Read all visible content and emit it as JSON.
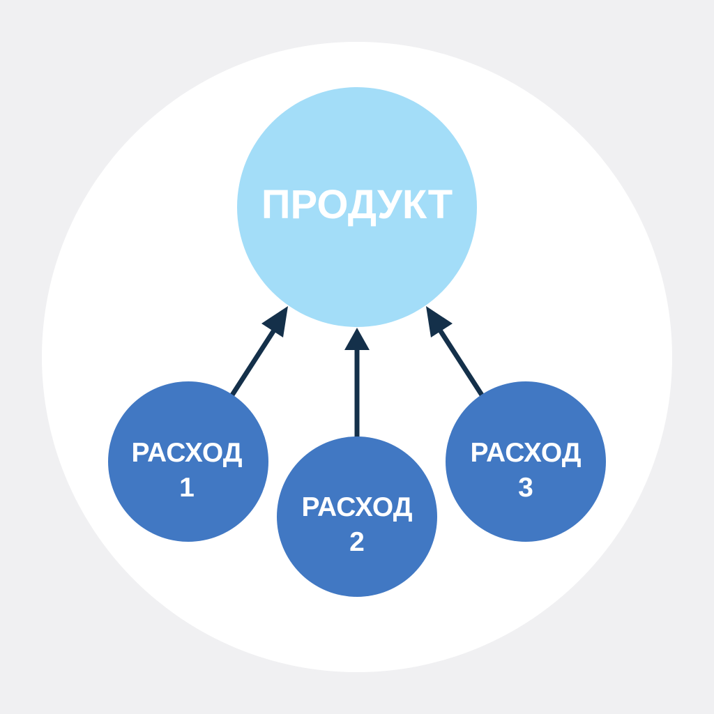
{
  "diagram": {
    "colors": {
      "page_background": "#f0f0f2",
      "backdrop_circle": "#ffffff",
      "product_node": "#a3ddf8",
      "cost_node": "#4178c3",
      "arrow": "#14304a",
      "node_text": "#ffffff"
    },
    "product": {
      "label": "ПРОДУКТ"
    },
    "costs": [
      {
        "line1": "РАСХОД",
        "line2": "1"
      },
      {
        "line1": "РАСХОД",
        "line2": "2"
      },
      {
        "line1": "РАСХОД",
        "line2": "3"
      }
    ],
    "edges": [
      {
        "from": "cost-1",
        "to": "product"
      },
      {
        "from": "cost-2",
        "to": "product"
      },
      {
        "from": "cost-3",
        "to": "product"
      }
    ]
  }
}
